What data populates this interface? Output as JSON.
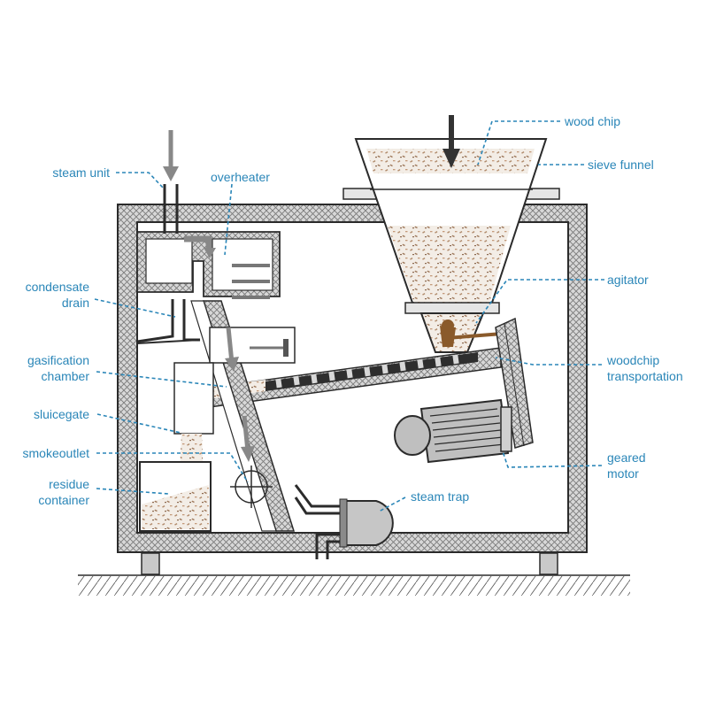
{
  "labels": {
    "wood_chip": "wood chip",
    "sieve_funnel": "sieve funnel",
    "steam_unit": "steam unit",
    "overheater": "overheater",
    "condensate_drain_1": "condensate",
    "condensate_drain_2": "drain",
    "agitator": "agitator",
    "gasification_chamber_1": "gasification",
    "gasification_chamber_2": "chamber",
    "woodchip_transportation_1": "woodchip",
    "woodchip_transportation_2": "transportation",
    "sluicegate": "sluicegate",
    "smokeoutlet": "smokeoutlet",
    "geared_motor_1": "geared",
    "geared_motor_2": "motor",
    "residue_container_1": "residue",
    "residue_container_2": "container",
    "steam_trap": "steam trap"
  },
  "colors": {
    "label": "#2a86b8",
    "outline": "#2b2b2b",
    "insulation": "#9c9c9c",
    "arrow": "#8a8a8a",
    "chips": "#c9a98c",
    "agitator": "#8a5a2b",
    "motor": "#bfbfbf"
  }
}
